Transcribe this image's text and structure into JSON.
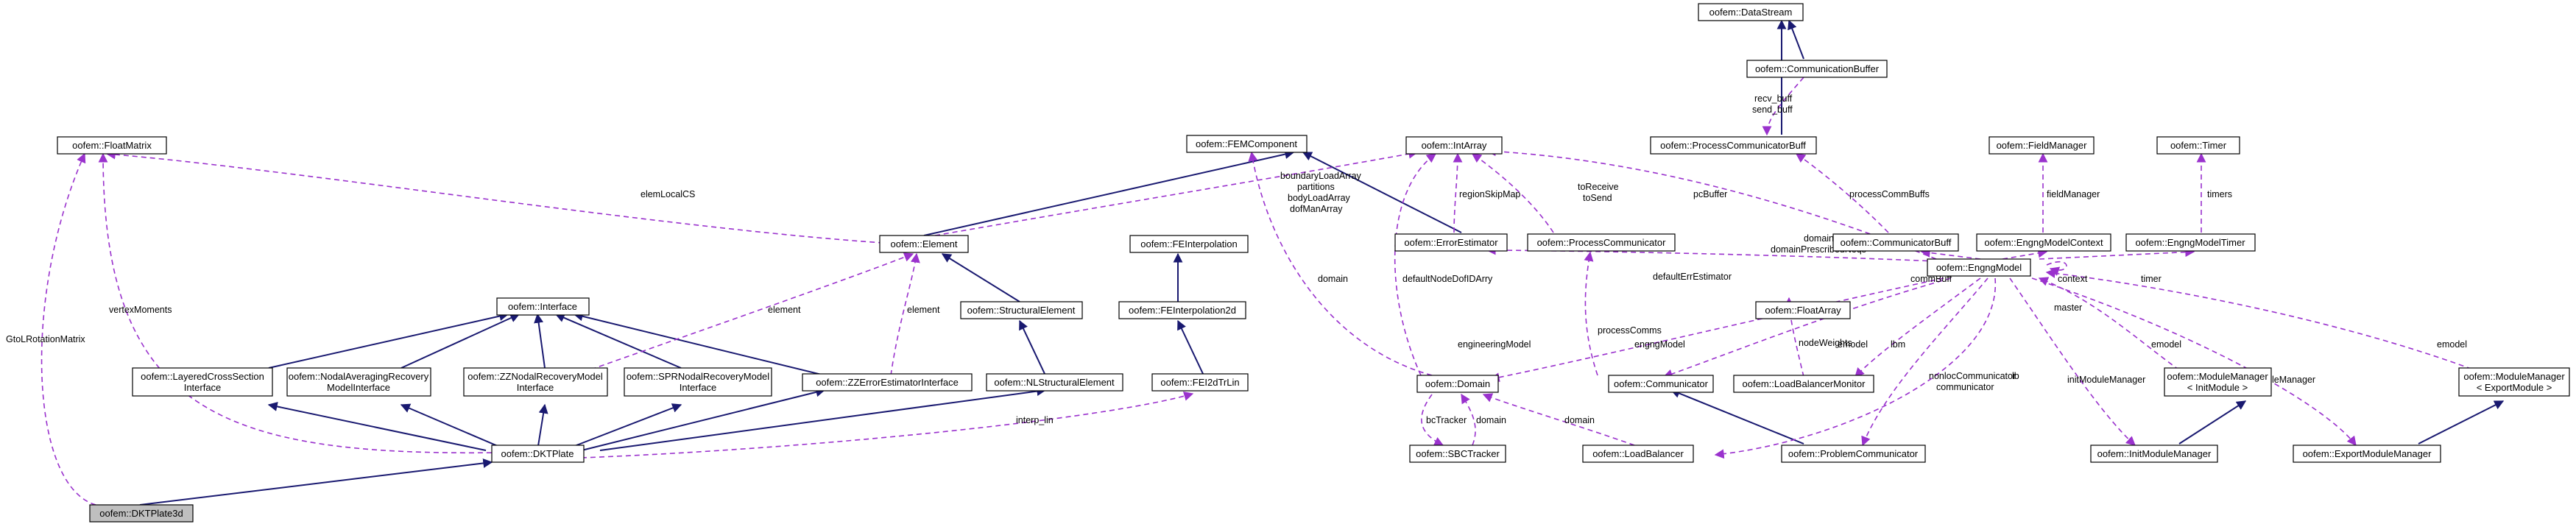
{
  "colors": {
    "inheritance_edge": "#191970",
    "usage_edge": "#9a32cd",
    "highlight_fill": "#bfbfbf",
    "node_fill": "#ffffff"
  },
  "nodes": {
    "DKTPlate3d": "oofem::DKTPlate3d",
    "DKTPlate": "oofem::DKTPlate",
    "FloatMatrix": "oofem::FloatMatrix",
    "FEMComponent": "oofem::FEMComponent",
    "IntArray": "oofem::IntArray",
    "DataStream": "oofem::DataStream",
    "CommunicationBuffer": "oofem::CommunicationBuffer",
    "ProcessCommunicatorBuff": "oofem::ProcessCommunicatorBuff",
    "FieldManager": "oofem::FieldManager",
    "Timer": "oofem::Timer",
    "Element": "oofem::Element",
    "FEInterpolation": "oofem::FEInterpolation",
    "FEInterpolation2d": "oofem::FEInterpolation2d",
    "Interface": "oofem::Interface",
    "StructuralElement": "oofem::StructuralElement",
    "ErrorEstimator": "oofem::ErrorEstimator",
    "ProcessCommunicator": "oofem::ProcessCommunicator",
    "CommunicatorBuff": "oofem::CommunicatorBuff",
    "EngngModelContext": "oofem::EngngModelContext",
    "EngngModelTimer": "oofem::EngngModelTimer",
    "LayeredCrossSection": [
      "oofem::LayeredCrossSection",
      "Interface"
    ],
    "NodalAveraging": [
      "oofem::NodalAveragingRecovery",
      "ModelInterface"
    ],
    "ZZNodal": [
      "oofem::ZZNodalRecoveryModel",
      "Interface"
    ],
    "SPRNodal": [
      "oofem::SPRNodalRecoveryModel",
      "Interface"
    ],
    "ZZErrorEstimatorInterface": "oofem::ZZErrorEstimatorInterface",
    "NLStructuralElement": "oofem::NLStructuralElement",
    "FEI2dTrLin": "oofem::FEI2dTrLin",
    "FloatArray": "oofem::FloatArray",
    "EngngModel": "oofem::EngngModel",
    "Domain": "oofem::Domain",
    "Communicator": "oofem::Communicator",
    "LoadBalancerMonitor": "oofem::LoadBalancerMonitor",
    "ModuleManagerInit": [
      "oofem::ModuleManager",
      "< InitModule >"
    ],
    "ModuleManagerExport": [
      "oofem::ModuleManager",
      "< ExportModule >"
    ],
    "SBCTracker": "oofem::SBCTracker",
    "LoadBalancer": "oofem::LoadBalancer",
    "ProblemCommunicator": "oofem::ProblemCommunicator",
    "InitModuleManager": "oofem::InitModuleManager",
    "ExportModuleManager": "oofem::ExportModuleManager"
  },
  "edge_labels": {
    "recv_buff": "recv_buff",
    "send_buff": "send_buff",
    "processCommBuffs": "processCommBuffs",
    "fieldManager": "fieldManager",
    "timers": "timers",
    "elemLocalCS": "elemLocalCS",
    "boundaryLoadArray": "boundaryLoadArray",
    "partitions": "partitions",
    "bodyLoadArray": "bodyLoadArray",
    "dofManArray": "dofManArray",
    "regionSkipMap": "regionSkipMap",
    "toReceive": "toReceive",
    "toSend": "toSend",
    "pcBuffer": "pcBuffer",
    "domainNeqs": "domainNeqs",
    "domainPrescribedNeqs": "domainPrescribedNeqs",
    "vertexMoments": "vertexMoments",
    "GtoLRotationMatrix": "GtoLRotationMatrix",
    "element1": "element",
    "element2": "element",
    "domain1": "domain",
    "defaultNodeDofIDArry": "defaultNodeDofIDArry",
    "defaultErrEstimator": "defaultErrEstimator",
    "commBuff": "commBuff",
    "context": "context",
    "timer": "timer",
    "master": "master",
    "processComms": "processComms",
    "engineeringModel": "engineeringModel",
    "engngModel": "engngModel",
    "nodeWeights": "nodeWeights",
    "emodel1": "emodel",
    "lbm": "lbm",
    "nonlocCommunicator": "nonlocCommunicator",
    "communicator": "communicator",
    "lb": "lb",
    "initModuleManager": "initModuleManager",
    "emodel2": "emodel",
    "exportModuleManager": "exportModuleManager",
    "emodel3": "emodel",
    "interp_lin": "interp_lin",
    "bcTracker": "bcTracker",
    "domain2": "domain",
    "domain3": "domain"
  }
}
